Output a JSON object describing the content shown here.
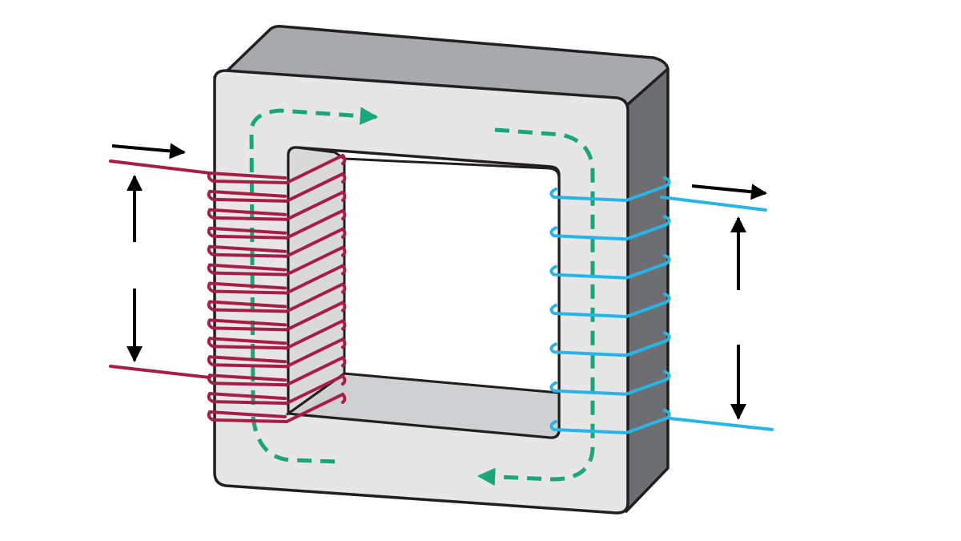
{
  "diagram": {
    "subject": "transformer",
    "labels": [],
    "colors": {
      "background": "#ffffff",
      "core_face": "#e6e6e7",
      "core_top": "#a7a9ac",
      "core_side": "#6d6e71",
      "core_outline": "#231f20",
      "window": "#ffffff",
      "primary_winding": "#a71e45",
      "secondary_winding": "#27b4e6",
      "flux_path": "#1aa57a",
      "arrows": "#000000"
    },
    "parts": {
      "core": "laminated-iron-core",
      "primary": {
        "name": "primary-coil",
        "turns": 14
      },
      "secondary": {
        "name": "secondary-coil",
        "turns": 7
      },
      "flux": "magnetic-flux-loop",
      "primary_current": "input-current-arrow",
      "secondary_current": "output-current-arrow",
      "primary_voltage": "primary-voltage-arrows",
      "secondary_voltage": "secondary-voltage-arrows"
    }
  }
}
